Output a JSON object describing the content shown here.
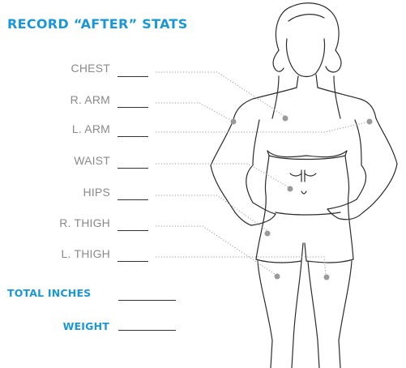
{
  "title": "RECORD “AFTER” STATS",
  "measurements": [
    {
      "label": "CHEST"
    },
    {
      "label": "R. ARM"
    },
    {
      "label": "L. ARM"
    },
    {
      "label": "WAIST"
    },
    {
      "label": "HIPS"
    },
    {
      "label": "R. THIGH"
    },
    {
      "label": "L. THIGH"
    }
  ],
  "totals": [
    {
      "label": "TOTAL INCHES"
    },
    {
      "label": "WEIGHT"
    }
  ],
  "colors": {
    "accent": "#1a97d4",
    "label": "#8a8a8a",
    "dot": "#9a9a9a"
  }
}
